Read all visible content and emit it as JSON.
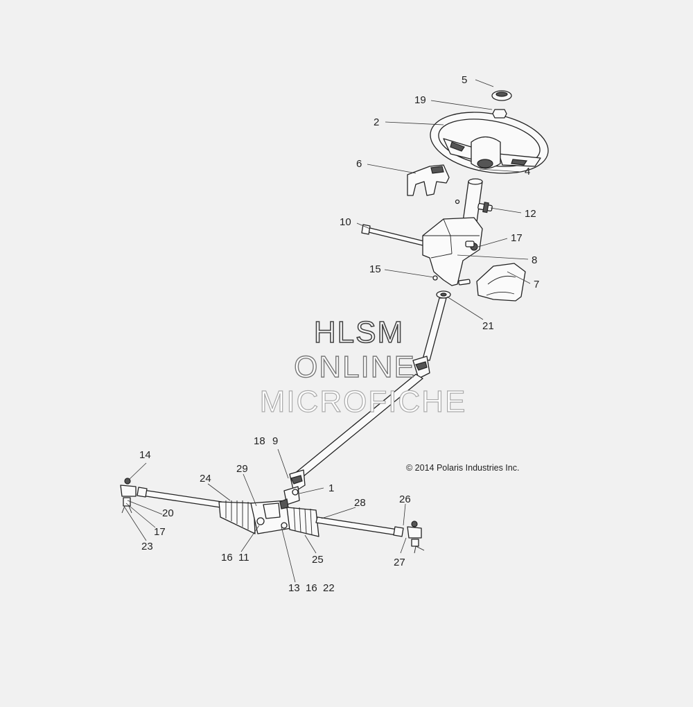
{
  "watermark": {
    "line1": "HLSM",
    "line2": "ONLINE",
    "line3": "MICROFICHE"
  },
  "copyright": "© 2014 Polaris Industries Inc.",
  "callouts": {
    "c5": "5",
    "c19": "19",
    "c2": "2",
    "c6": "6",
    "c4": "4",
    "c12": "12",
    "c10": "10",
    "c17_top": "17",
    "c8": "8",
    "c15": "15",
    "c7": "7",
    "c21": "21",
    "c18": "18",
    "c9": "9",
    "c14": "14",
    "c29": "29",
    "c24": "24",
    "c1": "1",
    "c28": "28",
    "c26": "26",
    "c20": "20",
    "c17_left": "17",
    "c23": "23",
    "c16_11": "16  11",
    "c25": "25",
    "c27": "27",
    "c13_16_22": "13  16  22"
  },
  "colors": {
    "background": "#f1f1f1",
    "line": "#222222"
  }
}
